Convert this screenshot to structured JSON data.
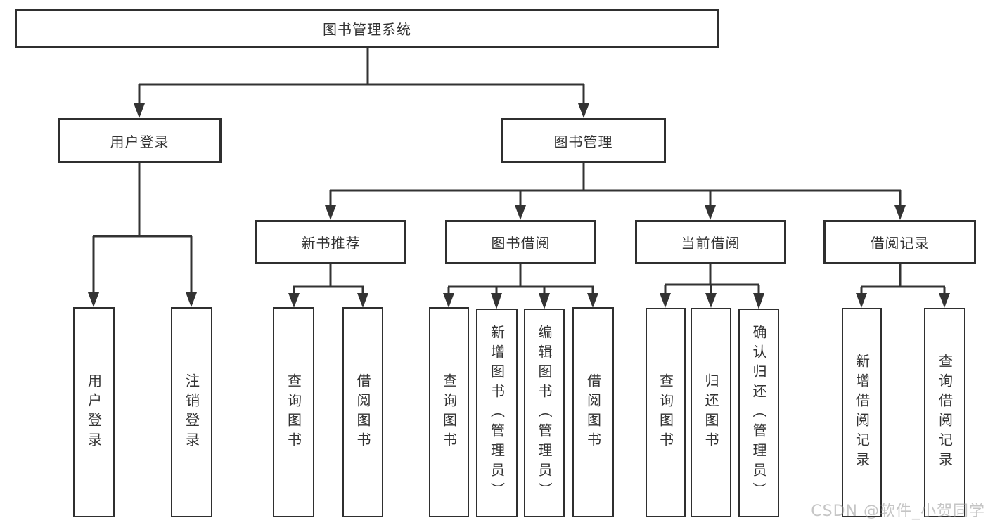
{
  "diagram": {
    "root": {
      "label": "图书管理系统"
    },
    "branches": [
      {
        "label": "用户登录",
        "children": [
          {
            "label": "用户登录"
          },
          {
            "label": "注销登录"
          }
        ]
      },
      {
        "label": "图书管理",
        "children": [
          {
            "label": "新书推荐",
            "children": [
              {
                "label": "查询图书"
              },
              {
                "label": "借阅图书"
              }
            ]
          },
          {
            "label": "图书借阅",
            "children": [
              {
                "label": "查询图书"
              },
              {
                "label": "新增图书（管理员）"
              },
              {
                "label": "编辑图书（管理员）"
              },
              {
                "label": "借阅图书"
              }
            ]
          },
          {
            "label": "当前借阅",
            "children": [
              {
                "label": "查询图书"
              },
              {
                "label": "归还图书"
              },
              {
                "label": "确认归还（管理员）"
              }
            ]
          },
          {
            "label": "借阅记录",
            "children": [
              {
                "label": "新增借阅记录"
              },
              {
                "label": "查询借阅记录"
              }
            ]
          }
        ]
      }
    ]
  },
  "watermark": "CSDN @软件_小贺同学",
  "colors": {
    "line": "#333333",
    "box_border": "#2f2f2f",
    "text": "#333333",
    "watermark": "#969696",
    "background": "#ffffff"
  }
}
